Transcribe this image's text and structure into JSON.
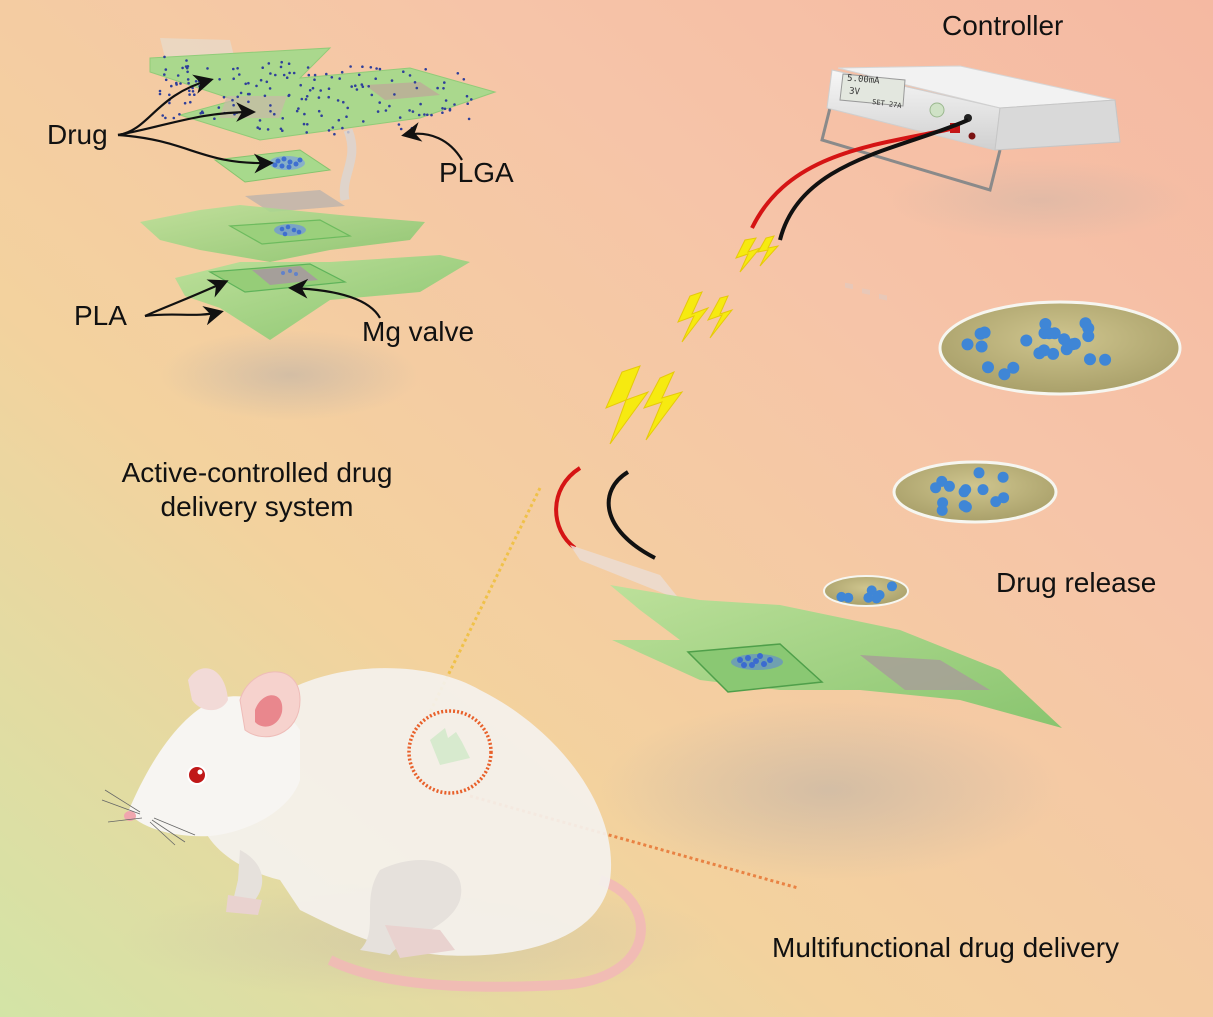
{
  "labels": {
    "controller": "Controller",
    "drug": "Drug",
    "plga": "PLGA",
    "pla": "PLA",
    "mg_valve": "Mg valve",
    "system": "Active-controlled drug delivery system",
    "drug_release": "Drug release",
    "multifunctional": "Multifunctional drug delivery"
  },
  "controller_display": {
    "line1": "5.00mA",
    "line2": "3V",
    "line3": "SET 27A"
  },
  "colors": {
    "bg_top_right": "#f6bfa6",
    "bg_bottom_left": "#d4e3a8",
    "film_green": "#9fd27f",
    "drug_dot": "#3f7fd8",
    "wire_red": "#d81414",
    "wire_black": "#111111",
    "spark": "#f6ea10"
  }
}
